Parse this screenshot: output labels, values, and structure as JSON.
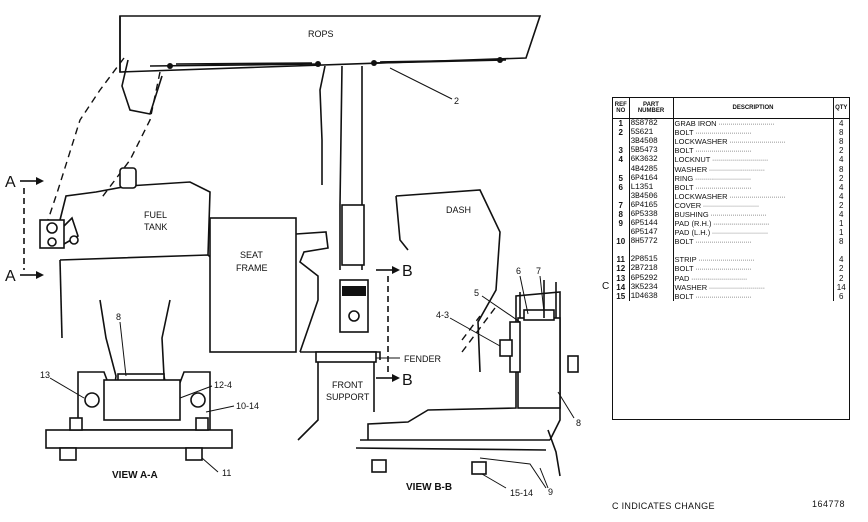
{
  "labels": {
    "rops": "ROPS",
    "ref_2": "2",
    "fuel_tank": [
      "FUEL",
      "TANK"
    ],
    "seat_frame": [
      "SEAT",
      "FRAME"
    ],
    "dash": "DASH",
    "fender": "FENDER",
    "front_support": [
      "FRONT",
      "SUPPORT"
    ],
    "section_a_top": "A",
    "section_a_bottom": "A",
    "section_b_top": "B",
    "section_b_bottom": "B",
    "view_a": "VIEW A-A",
    "view_b": "VIEW B-B",
    "callout_8_left": "8",
    "callout_13": "13",
    "callout_12_4": "12-4",
    "callout_10_14": "10-14",
    "callout_11": "11",
    "callout_4_3": "4-3",
    "callout_5": "5",
    "callout_6": "6",
    "callout_7": "7",
    "callout_8_right": "8",
    "callout_15_14": "15-14",
    "callout_9": "9"
  },
  "table": {
    "headers": {
      "ref": "REF NO",
      "part": "PART NUMBER",
      "description": "DESCRIPTION",
      "qty": "QTY"
    },
    "rows": [
      {
        "ref": "1",
        "part": "8S8782",
        "description": "GRAB IRON",
        "qty": "4"
      },
      {
        "ref": "2",
        "part": "5S621",
        "description": "BOLT",
        "qty": "8"
      },
      {
        "ref": "",
        "part": "3B4508",
        "description": "LOCKWASHER",
        "qty": "8"
      },
      {
        "ref": "3",
        "part": "5B5473",
        "description": "BOLT",
        "qty": "2"
      },
      {
        "ref": "4",
        "part": "6K3632",
        "description": "LOCKNUT",
        "qty": "4"
      },
      {
        "ref": "",
        "part": "4B4285",
        "description": "WASHER",
        "qty": "8"
      },
      {
        "ref": "5",
        "part": "6P4164",
        "description": "RING",
        "qty": "2"
      },
      {
        "ref": "6",
        "part": "L1351",
        "description": "BOLT",
        "qty": "4"
      },
      {
        "ref": "",
        "part": "3B4506",
        "description": "LOCKWASHER",
        "qty": "4"
      },
      {
        "ref": "7",
        "part": "6P4165",
        "description": "COVER",
        "qty": "2"
      },
      {
        "ref": "8",
        "part": "6P5338",
        "description": "BUSHING",
        "qty": "4"
      },
      {
        "ref": "9",
        "part": "6P5144",
        "description": "PAD        (R.H.)",
        "qty": "1"
      },
      {
        "ref": "",
        "part": "6P5147",
        "description": "PAD        (L.H.)",
        "qty": "1"
      },
      {
        "ref": "10",
        "part": "8H5772",
        "description": "BOLT",
        "qty": "8"
      },
      {
        "ref": "",
        "part": "",
        "description": "",
        "qty": ""
      },
      {
        "ref": "11",
        "part": "2P8515",
        "description": "STRIP",
        "qty": "4"
      },
      {
        "ref": "12",
        "part": "2B7218",
        "description": "BOLT",
        "qty": "2"
      },
      {
        "ref": "13",
        "part": "6P5292",
        "description": "PAD",
        "qty": "2"
      },
      {
        "ref": "14",
        "part": "3K5234",
        "description": "WASHER",
        "qty": "14"
      },
      {
        "ref": "15",
        "part": "1D4638",
        "description": "BOLT",
        "qty": "6"
      }
    ]
  },
  "change_marker": "C",
  "footer_note": "C INDICATES CHANGE",
  "drawing_number": "164778"
}
